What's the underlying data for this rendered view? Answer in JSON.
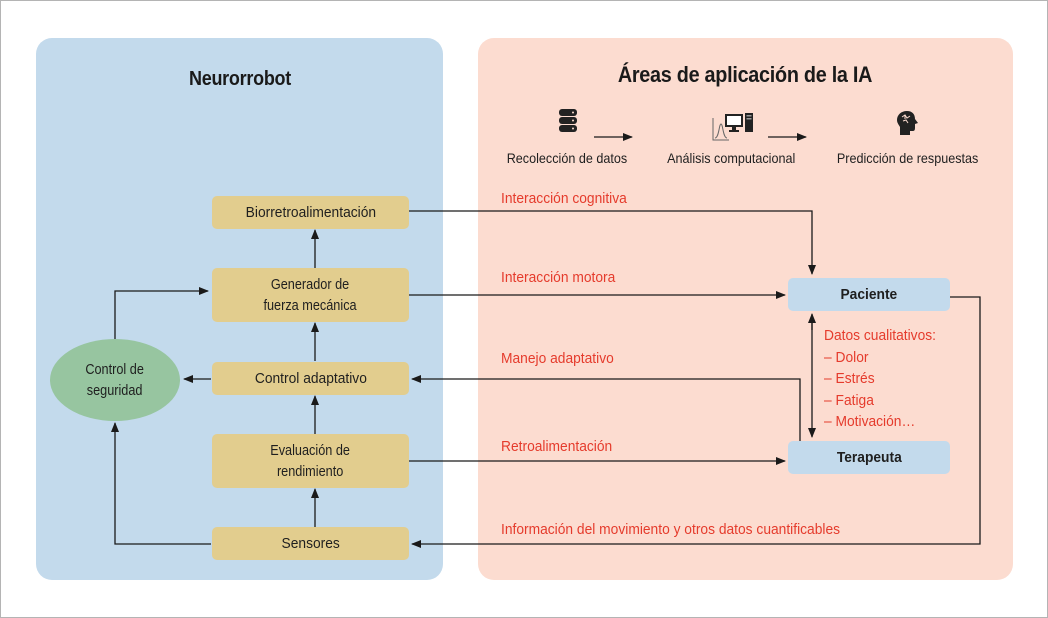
{
  "left_panel": {
    "title": "Neurorrobot",
    "boxes": {
      "biofeedback": "Biorretroalimentación",
      "force_generator": [
        "Generador de",
        "fuerza mecánica"
      ],
      "adaptive_control": "Control adaptativo",
      "performance_eval": [
        "Evaluación de",
        "rendimiento"
      ],
      "sensors": "Sensores"
    },
    "safety_control": [
      "Control de",
      "seguridad"
    ]
  },
  "right_panel": {
    "title": "Áreas de aplicación de la IA",
    "pipeline": [
      {
        "label": "Recolección de datos",
        "icon": "database-icon"
      },
      {
        "label": "Análisis computacional",
        "icon": "computer-analysis-icon"
      },
      {
        "label": "Predicción de respuestas",
        "icon": "brain-head-icon"
      }
    ],
    "patient": "Paciente",
    "therapist": "Terapeuta",
    "qualitative_data": {
      "title": "Datos cualitativos:",
      "items": [
        "– Dolor",
        "– Estrés",
        "– Fatiga",
        "– Motivación…"
      ]
    }
  },
  "connections": {
    "cognitive": "Interacción cognitiva",
    "motor": "Interacción motora",
    "adaptive_management": "Manejo adaptativo",
    "feedback": "Retroalimentación",
    "movement_info": "Información del movimiento y otros datos cuantificables"
  },
  "colors": {
    "left_panel_bg": "#c3daec",
    "right_panel_bg": "#fcdcd0",
    "box_tan": "#e2cd8e",
    "ellipse_green": "#97c5a0",
    "label_red": "#e53b2c"
  }
}
